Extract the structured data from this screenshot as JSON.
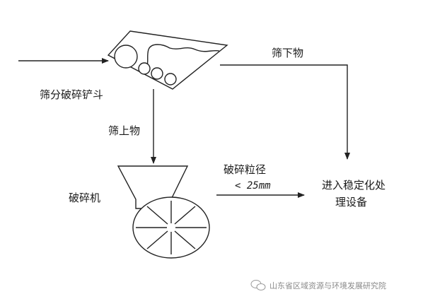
{
  "labels": {
    "bucket": "筛分破碎铲斗",
    "undersize": "筛下物",
    "oversize": "筛上物",
    "crusher": "破碎机",
    "particle_size": "破碎粒径",
    "size_limit": "< 25mm",
    "destination_line1": "进入稳定化处",
    "destination_line2": "理设备"
  },
  "watermark": {
    "text": "山东省区域资源与环境发展研究院",
    "icon": "wechat-icon"
  }
}
